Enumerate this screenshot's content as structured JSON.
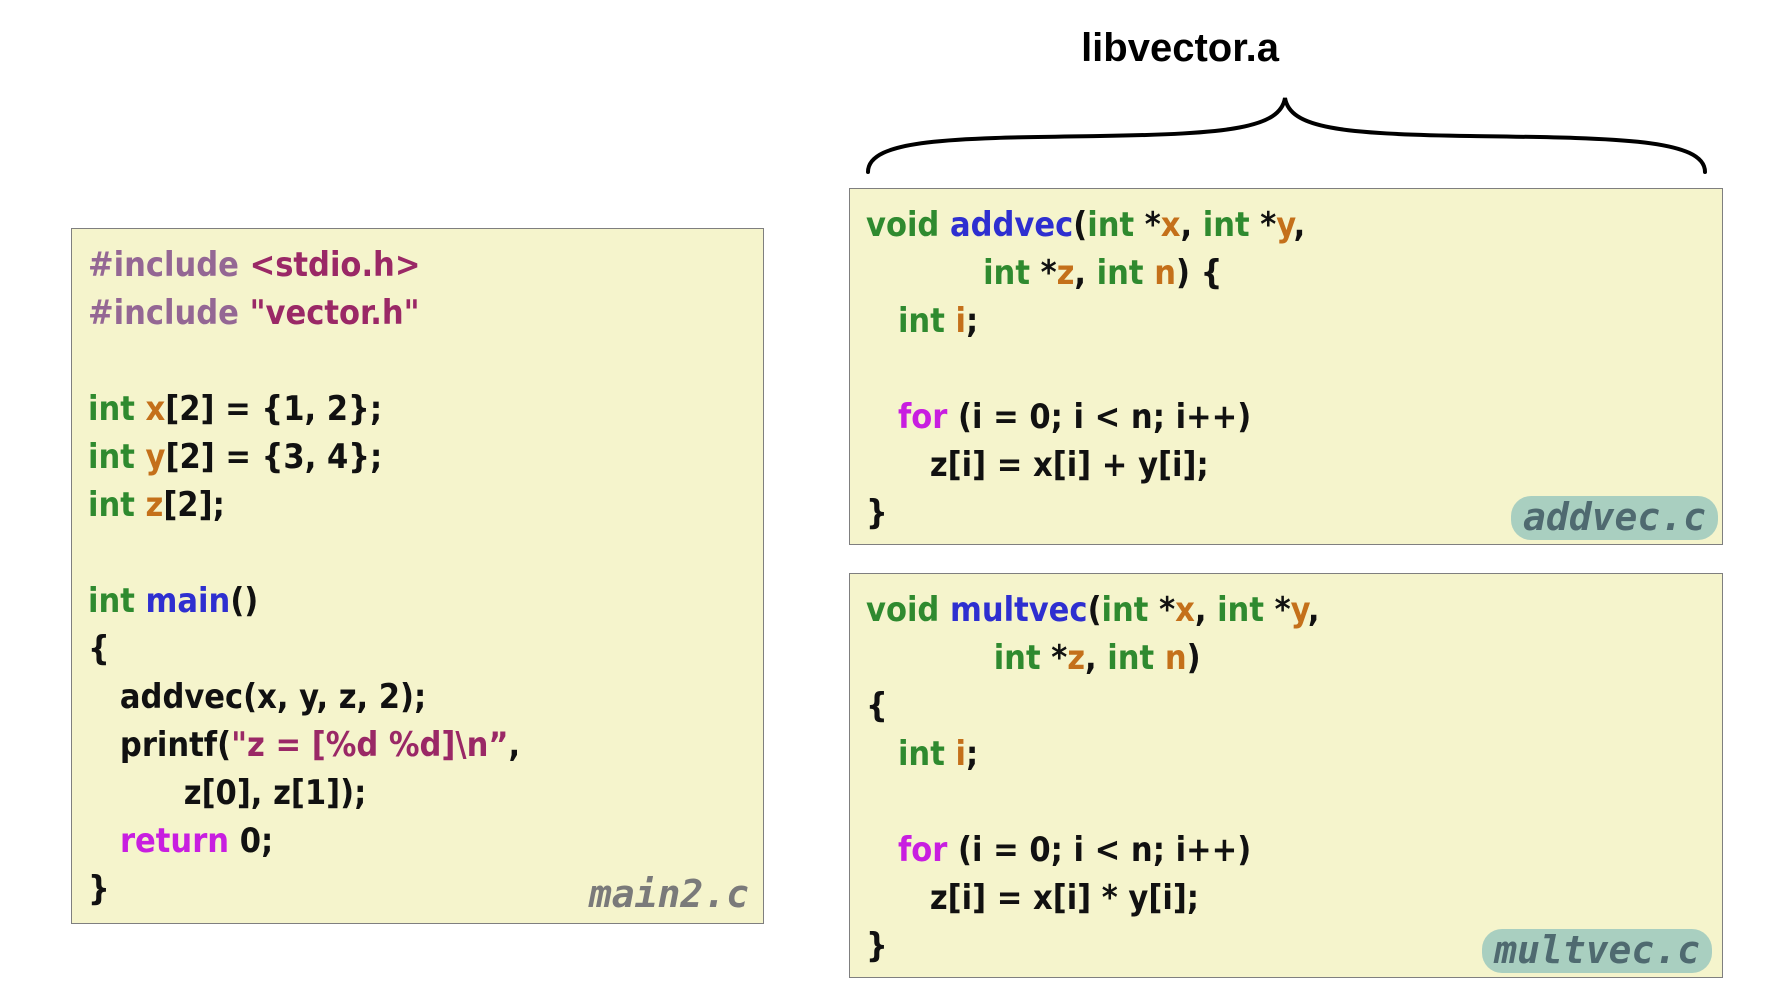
{
  "library": {
    "title": "libvector.a"
  },
  "colors": {
    "background": "#ffffff",
    "box_fill": "#f5f4cc",
    "box_border": "#7f7f7f",
    "keyword": "#2f8a2f",
    "function": "#2e2fd0",
    "variable": "#c4701a",
    "control": "#c81ee0",
    "preprocessor": "#946794",
    "string": "#9a2866",
    "plain": "#111111",
    "filename_pill": "#a9cfc0"
  },
  "files": [
    {
      "id": "main",
      "filename": "main2.c",
      "lines": [
        [
          {
            "t": "#include ",
            "c": "pp"
          },
          {
            "t": "<stdio.h>",
            "c": "str"
          }
        ],
        [
          {
            "t": "#include ",
            "c": "pp"
          },
          {
            "t": "\"vector.h\"",
            "c": "str"
          }
        ],
        [],
        [
          {
            "t": "int ",
            "c": "kw"
          },
          {
            "t": "x",
            "c": "var"
          },
          {
            "t": "[2] = {1, 2};",
            "c": "txt"
          }
        ],
        [
          {
            "t": "int ",
            "c": "kw"
          },
          {
            "t": "y",
            "c": "var"
          },
          {
            "t": "[2] = {3, 4};",
            "c": "txt"
          }
        ],
        [
          {
            "t": "int ",
            "c": "kw"
          },
          {
            "t": "z",
            "c": "var"
          },
          {
            "t": "[2];",
            "c": "txt"
          }
        ],
        [],
        [
          {
            "t": "int ",
            "c": "kw"
          },
          {
            "t": "main",
            "c": "fn"
          },
          {
            "t": "()",
            "c": "txt"
          }
        ],
        [
          {
            "t": "{",
            "c": "txt"
          }
        ],
        [
          {
            "t": "   addvec(x, y, z, 2);",
            "c": "txt"
          }
        ],
        [
          {
            "t": "   printf(",
            "c": "txt"
          },
          {
            "t": "\"z = [%d %d]\\n”",
            "c": "str"
          },
          {
            "t": ",",
            "c": "txt"
          }
        ],
        [
          {
            "t": "         z[0], z[1]);",
            "c": "txt"
          }
        ],
        [
          {
            "t": "   ",
            "c": "txt"
          },
          {
            "t": "return",
            "c": "ctl"
          },
          {
            "t": " 0;",
            "c": "txt"
          }
        ],
        [
          {
            "t": "}",
            "c": "txt"
          }
        ]
      ]
    },
    {
      "id": "addvec",
      "filename": "addvec.c",
      "lines": [
        [
          {
            "t": "void ",
            "c": "kw"
          },
          {
            "t": "addvec",
            "c": "fn"
          },
          {
            "t": "(",
            "c": "txt"
          },
          {
            "t": "int ",
            "c": "kw"
          },
          {
            "t": "*",
            "c": "txt"
          },
          {
            "t": "x",
            "c": "var"
          },
          {
            "t": ", ",
            "c": "txt"
          },
          {
            "t": "int ",
            "c": "kw"
          },
          {
            "t": "*",
            "c": "txt"
          },
          {
            "t": "y",
            "c": "var"
          },
          {
            "t": ",",
            "c": "txt"
          }
        ],
        [
          {
            "t": "           ",
            "c": "txt"
          },
          {
            "t": "int ",
            "c": "kw"
          },
          {
            "t": "*",
            "c": "txt"
          },
          {
            "t": "z",
            "c": "var"
          },
          {
            "t": ", ",
            "c": "txt"
          },
          {
            "t": "int ",
            "c": "kw"
          },
          {
            "t": "n",
            "c": "var"
          },
          {
            "t": ") {",
            "c": "txt"
          }
        ],
        [
          {
            "t": "   ",
            "c": "txt"
          },
          {
            "t": "int ",
            "c": "kw"
          },
          {
            "t": "i",
            "c": "var"
          },
          {
            "t": ";",
            "c": "txt"
          }
        ],
        [],
        [
          {
            "t": "   ",
            "c": "txt"
          },
          {
            "t": "for",
            "c": "ctl"
          },
          {
            "t": " (i = 0; i < n; i++)",
            "c": "txt"
          }
        ],
        [
          {
            "t": "      z[i] = x[i] + y[i];",
            "c": "txt"
          }
        ],
        [
          {
            "t": "}",
            "c": "txt"
          }
        ]
      ]
    },
    {
      "id": "multvec",
      "filename": "multvec.c",
      "lines": [
        [
          {
            "t": "void ",
            "c": "kw"
          },
          {
            "t": "multvec",
            "c": "fn"
          },
          {
            "t": "(",
            "c": "txt"
          },
          {
            "t": "int ",
            "c": "kw"
          },
          {
            "t": "*",
            "c": "txt"
          },
          {
            "t": "x",
            "c": "var"
          },
          {
            "t": ", ",
            "c": "txt"
          },
          {
            "t": "int ",
            "c": "kw"
          },
          {
            "t": "*",
            "c": "txt"
          },
          {
            "t": "y",
            "c": "var"
          },
          {
            "t": ",",
            "c": "txt"
          }
        ],
        [
          {
            "t": "            ",
            "c": "txt"
          },
          {
            "t": "int ",
            "c": "kw"
          },
          {
            "t": "*",
            "c": "txt"
          },
          {
            "t": "z",
            "c": "var"
          },
          {
            "t": ", ",
            "c": "txt"
          },
          {
            "t": "int ",
            "c": "kw"
          },
          {
            "t": "n",
            "c": "var"
          },
          {
            "t": ")",
            "c": "txt"
          }
        ],
        [
          {
            "t": "{",
            "c": "txt"
          }
        ],
        [
          {
            "t": "   ",
            "c": "txt"
          },
          {
            "t": "int ",
            "c": "kw"
          },
          {
            "t": "i",
            "c": "var"
          },
          {
            "t": ";",
            "c": "txt"
          }
        ],
        [],
        [
          {
            "t": "   ",
            "c": "txt"
          },
          {
            "t": "for",
            "c": "ctl"
          },
          {
            "t": " (i = 0; i < n; i++)",
            "c": "txt"
          }
        ],
        [
          {
            "t": "      z[i] = x[i] * y[i];",
            "c": "txt"
          }
        ],
        [
          {
            "t": "}",
            "c": "txt"
          }
        ]
      ]
    }
  ]
}
